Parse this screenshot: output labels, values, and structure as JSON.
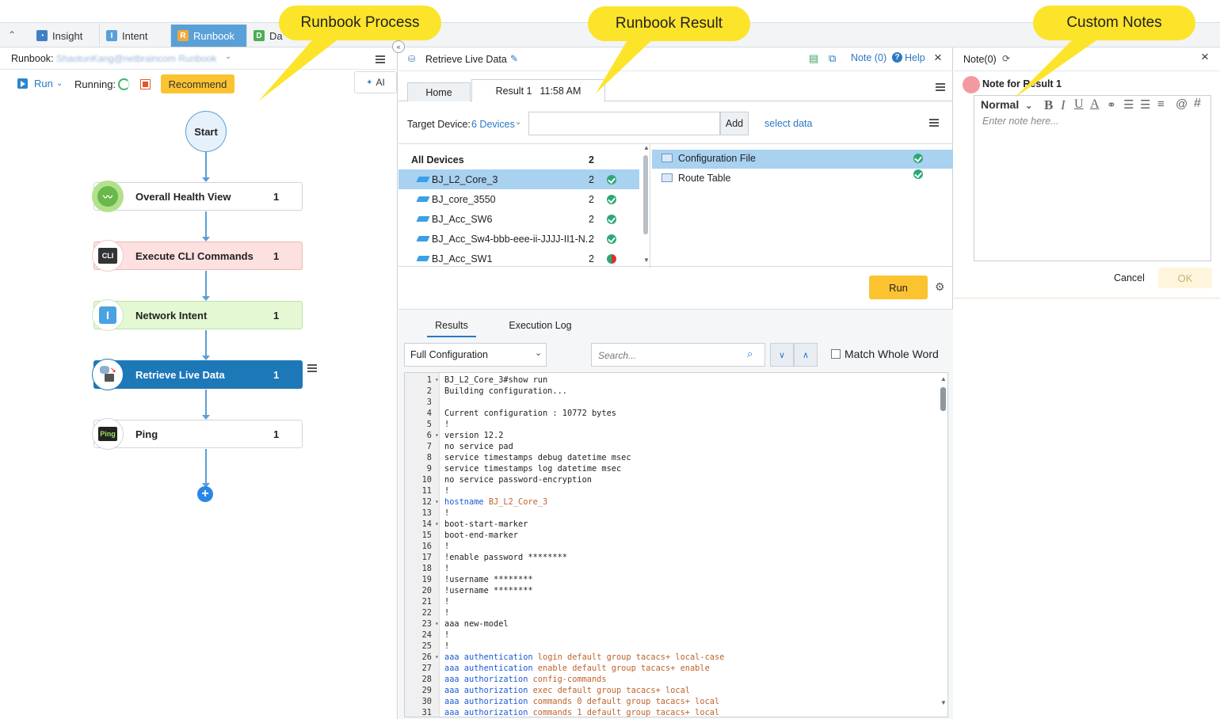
{
  "tabs": [
    {
      "label": "Insight",
      "badge": "Q"
    },
    {
      "label": "Intent",
      "badge": "I"
    },
    {
      "label": "Runbook",
      "badge": "R"
    },
    {
      "label": "Da",
      "badge": "D"
    }
  ],
  "callouts": {
    "process": "Runbook Process",
    "result": "Runbook Result",
    "notes": "Custom Notes"
  },
  "left": {
    "runbook_label": "Runbook:",
    "runbook_name": "ShaotunKang@netbraincom Runbook",
    "run_label": "Run",
    "running_label": "Running:",
    "recommend_label": "Recommend",
    "ai_label": "AI",
    "start_label": "Start",
    "nodes": [
      {
        "label": "Overall Health View",
        "count": "1"
      },
      {
        "label": "Execute CLI Commands",
        "count": "1",
        "icon_text": "CLI"
      },
      {
        "label": "Network Intent",
        "count": "1",
        "icon_text": "I"
      },
      {
        "label": "Retrieve Live Data",
        "count": "1"
      },
      {
        "label": "Ping",
        "count": "1",
        "icon_text": "Ping"
      }
    ]
  },
  "mid": {
    "title": "Retrieve Live Data",
    "note_label": "Note (0)",
    "help_label": "Help",
    "tab_home": "Home",
    "tab_result": "Result 1",
    "tab_result_time": "11:58 AM",
    "target_label": "Target Device:",
    "target_value": "6 Devices",
    "add_label": "Add",
    "select_data": "select data",
    "all_devices": "All Devices",
    "all_count": "2",
    "devices": [
      {
        "name": "BJ_L2_Core_3",
        "count": "2",
        "status": "ok"
      },
      {
        "name": "BJ_core_3550",
        "count": "2",
        "status": "ok"
      },
      {
        "name": "BJ_Acc_SW6",
        "count": "2",
        "status": "ok"
      },
      {
        "name": "BJ_Acc_Sw4-bbb-eee-ii-JJJJ-II1-N...",
        "count": "2",
        "status": "ok"
      },
      {
        "name": "BJ_Acc_SW1",
        "count": "2",
        "status": "partial"
      }
    ],
    "data_items": [
      "Configuration File",
      "Route Table"
    ],
    "run_label": "Run",
    "result_tabs": [
      "Results",
      "Execution Log"
    ],
    "config_select": "Full Configuration",
    "search_placeholder": "Search...",
    "match_whole": "Match Whole Word",
    "code": [
      {
        "n": "1",
        "f": true,
        "t": "BJ_L2_Core_3#show run"
      },
      {
        "n": "2",
        "t": "Building configuration..."
      },
      {
        "n": "3",
        "t": ""
      },
      {
        "n": "4",
        "t": "Current configuration : 10772 bytes"
      },
      {
        "n": "5",
        "t": "!"
      },
      {
        "n": "6",
        "f": true,
        "t": "version 12.2"
      },
      {
        "n": "7",
        "t": "no service pad"
      },
      {
        "n": "8",
        "t": "service timestamps debug datetime msec"
      },
      {
        "n": "9",
        "t": "service timestamps log datetime msec"
      },
      {
        "n": "10",
        "t": "no service password-encryption"
      },
      {
        "n": "11",
        "t": "!"
      },
      {
        "n": "12",
        "f": true,
        "k": "hostname",
        "v": "BJ_L2_Core_3"
      },
      {
        "n": "13",
        "t": "!"
      },
      {
        "n": "14",
        "f": true,
        "t": "boot-start-marker"
      },
      {
        "n": "15",
        "t": "boot-end-marker"
      },
      {
        "n": "16",
        "t": "!"
      },
      {
        "n": "17",
        "t": "!enable password ********"
      },
      {
        "n": "18",
        "t": "!"
      },
      {
        "n": "19",
        "t": "!username ********"
      },
      {
        "n": "20",
        "t": "!username ********"
      },
      {
        "n": "21",
        "t": "!"
      },
      {
        "n": "22",
        "t": "!"
      },
      {
        "n": "23",
        "f": true,
        "t": "aaa new-model"
      },
      {
        "n": "24",
        "t": "!"
      },
      {
        "n": "25",
        "t": "!"
      },
      {
        "n": "26",
        "f": true,
        "k": "aaa authentication",
        "v": "login default group tacacs+ local-case"
      },
      {
        "n": "27",
        "k": "aaa authentication",
        "v": "enable default group tacacs+ enable"
      },
      {
        "n": "28",
        "k": "aaa authorization",
        "v": "config-commands"
      },
      {
        "n": "29",
        "k": "aaa authorization",
        "v": "exec default group tacacs+ local"
      },
      {
        "n": "30",
        "k": "aaa authorization",
        "v": "commands 0 default group tacacs+ local"
      },
      {
        "n": "31",
        "k": "aaa authorization",
        "v": "commands 1 default group tacacs+ local"
      }
    ]
  },
  "right": {
    "title": "Note(0)",
    "note_for": "Note for Result 1",
    "format_select": "Normal",
    "placeholder": "Enter note here...",
    "cancel": "Cancel",
    "ok": "OK"
  }
}
